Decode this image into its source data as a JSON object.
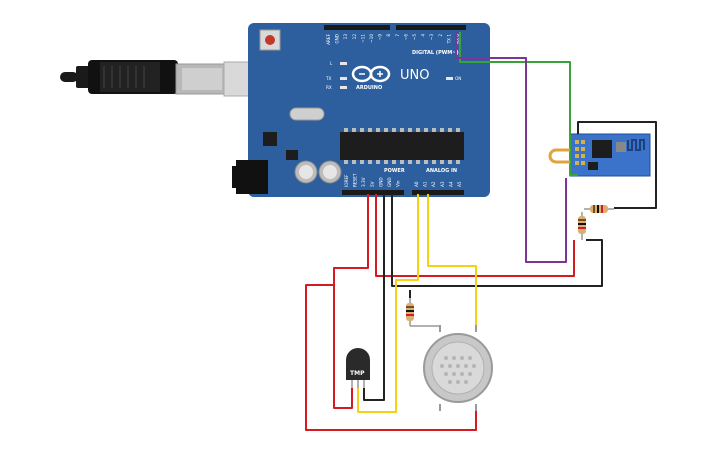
{
  "board": {
    "brand": "ARDUINO",
    "model": "UNO",
    "digital_label": "DIGITAL (PWM~)",
    "power_label": "POWER",
    "analog_label": "ANALOG IN",
    "on_label": "ON",
    "tx_label": "TX",
    "rx_label": "RX",
    "l_label": "L",
    "top_pins": [
      "AREF",
      "GND",
      "13",
      "12",
      "~11",
      "~10",
      "~9",
      "8",
      "7",
      "~6",
      "~5",
      "4",
      "~3",
      "2",
      "TX 1",
      "RX 0"
    ],
    "power_pins": [
      "IOREF",
      "RESET",
      "3.3V",
      "5V",
      "GND",
      "GND",
      "Vin"
    ],
    "analog_pins": [
      "A0",
      "A1",
      "A2",
      "A3",
      "A4",
      "A5"
    ]
  },
  "sensor": {
    "label": "TMP"
  },
  "colors": {
    "board": "#2d5f9e",
    "wire_red": "#d71920",
    "wire_yellow": "#f2d212",
    "wire_black": "#222222",
    "wire_green": "#3aa23a",
    "wire_purple": "#7a3596",
    "wifi_module": "#3a73c9"
  }
}
